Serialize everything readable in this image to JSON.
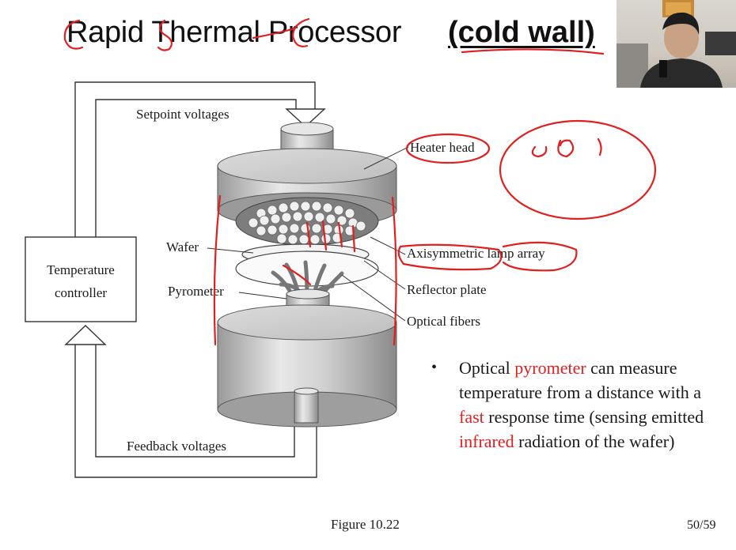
{
  "slide": {
    "title_main": "Rapid Thermal Processor",
    "title_bold": "(cold wall)",
    "figure_caption": "Figure 10.22",
    "page_number": "50/59"
  },
  "diagram": {
    "setpoint_voltages": "Setpoint voltages",
    "feedback_voltages": "Feedback voltages",
    "temperature_controller_line1": "Temperature",
    "temperature_controller_line2": "controller",
    "heater_head": "Heater head",
    "wafer": "Wafer",
    "pyrometer": "Pyrometer",
    "axisymmetric_lamp_array": "Axisymmetric lamp array",
    "reflector_plate": "Reflector plate",
    "optical_fibers": "Optical fibers"
  },
  "bullet": {
    "part1": "Optical ",
    "part2": "pyrometer",
    "part3": " can measure temperature from a distance with a ",
    "part4": "fast",
    "part5": " response time (sensing emitted ",
    "part6": "infrared",
    "part7": " radiation of the wafer)"
  },
  "colors": {
    "annotation_red": "#e02020",
    "text": "#1a1a1a",
    "background": "#ffffff"
  }
}
